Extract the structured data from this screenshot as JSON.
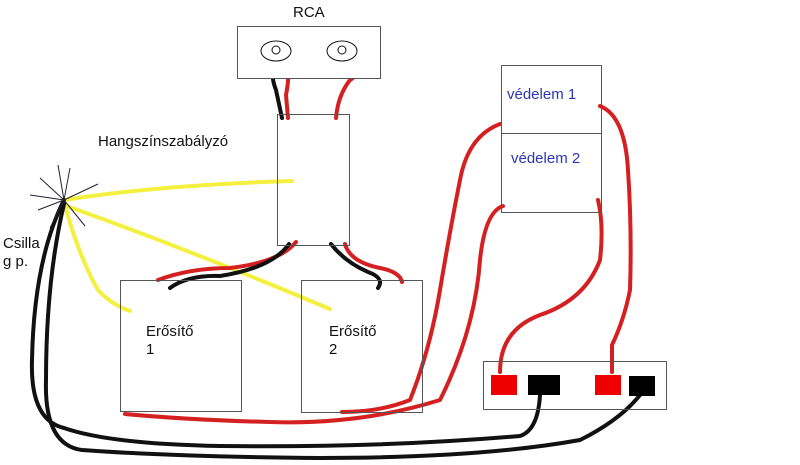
{
  "labels": {
    "rca": "RCA",
    "equalizer": "Hangszínszabályzó",
    "ground_line1": "Csilla",
    "ground_line2": "g p.",
    "amp1_line1": "Erősítő",
    "amp1_line2": "1",
    "amp2_line1": "Erősítő",
    "amp2_line2": "2",
    "protection1": "védelem 1",
    "protection2": "védelem 2"
  },
  "colors": {
    "red_wire": "#d42020",
    "black_wire": "#111111",
    "yellow_wire": "#f4f040",
    "terminal_red": "#ee0000",
    "terminal_black": "#000000",
    "protection_text": "#2a35b8"
  },
  "icons": {
    "ground_point": "star-burst",
    "rca_jack": "circle"
  }
}
